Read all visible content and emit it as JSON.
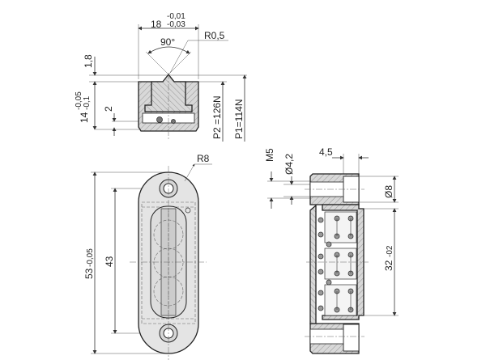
{
  "title_view": {
    "width_dim": "18",
    "width_tol_upper": "-0,01",
    "width_tol_lower": "-0,03",
    "angle": "90°",
    "radius": "R0,5",
    "top_dim": "1,8",
    "height_dim": "14",
    "height_tol_upper": "-0,05",
    "height_tol_lower": "-0,1",
    "small_dim": "2",
    "force_p2": "P2 =126N",
    "force_p1": "P1=114N"
  },
  "front_view": {
    "length_dim": "53",
    "length_tol": "-0,05",
    "hole_spacing": "43",
    "end_radius": "R8"
  },
  "side_view": {
    "thread": "M5",
    "hole_diameter": "Ø4,2",
    "counterbore_depth": "4,5",
    "counterbore_diameter": "Ø8",
    "spring_length": "32",
    "spring_tol": "-02"
  },
  "colors": {
    "body_fill": "#e4e4e4",
    "section_fill": "#d0d0d0",
    "line": "#222222"
  }
}
